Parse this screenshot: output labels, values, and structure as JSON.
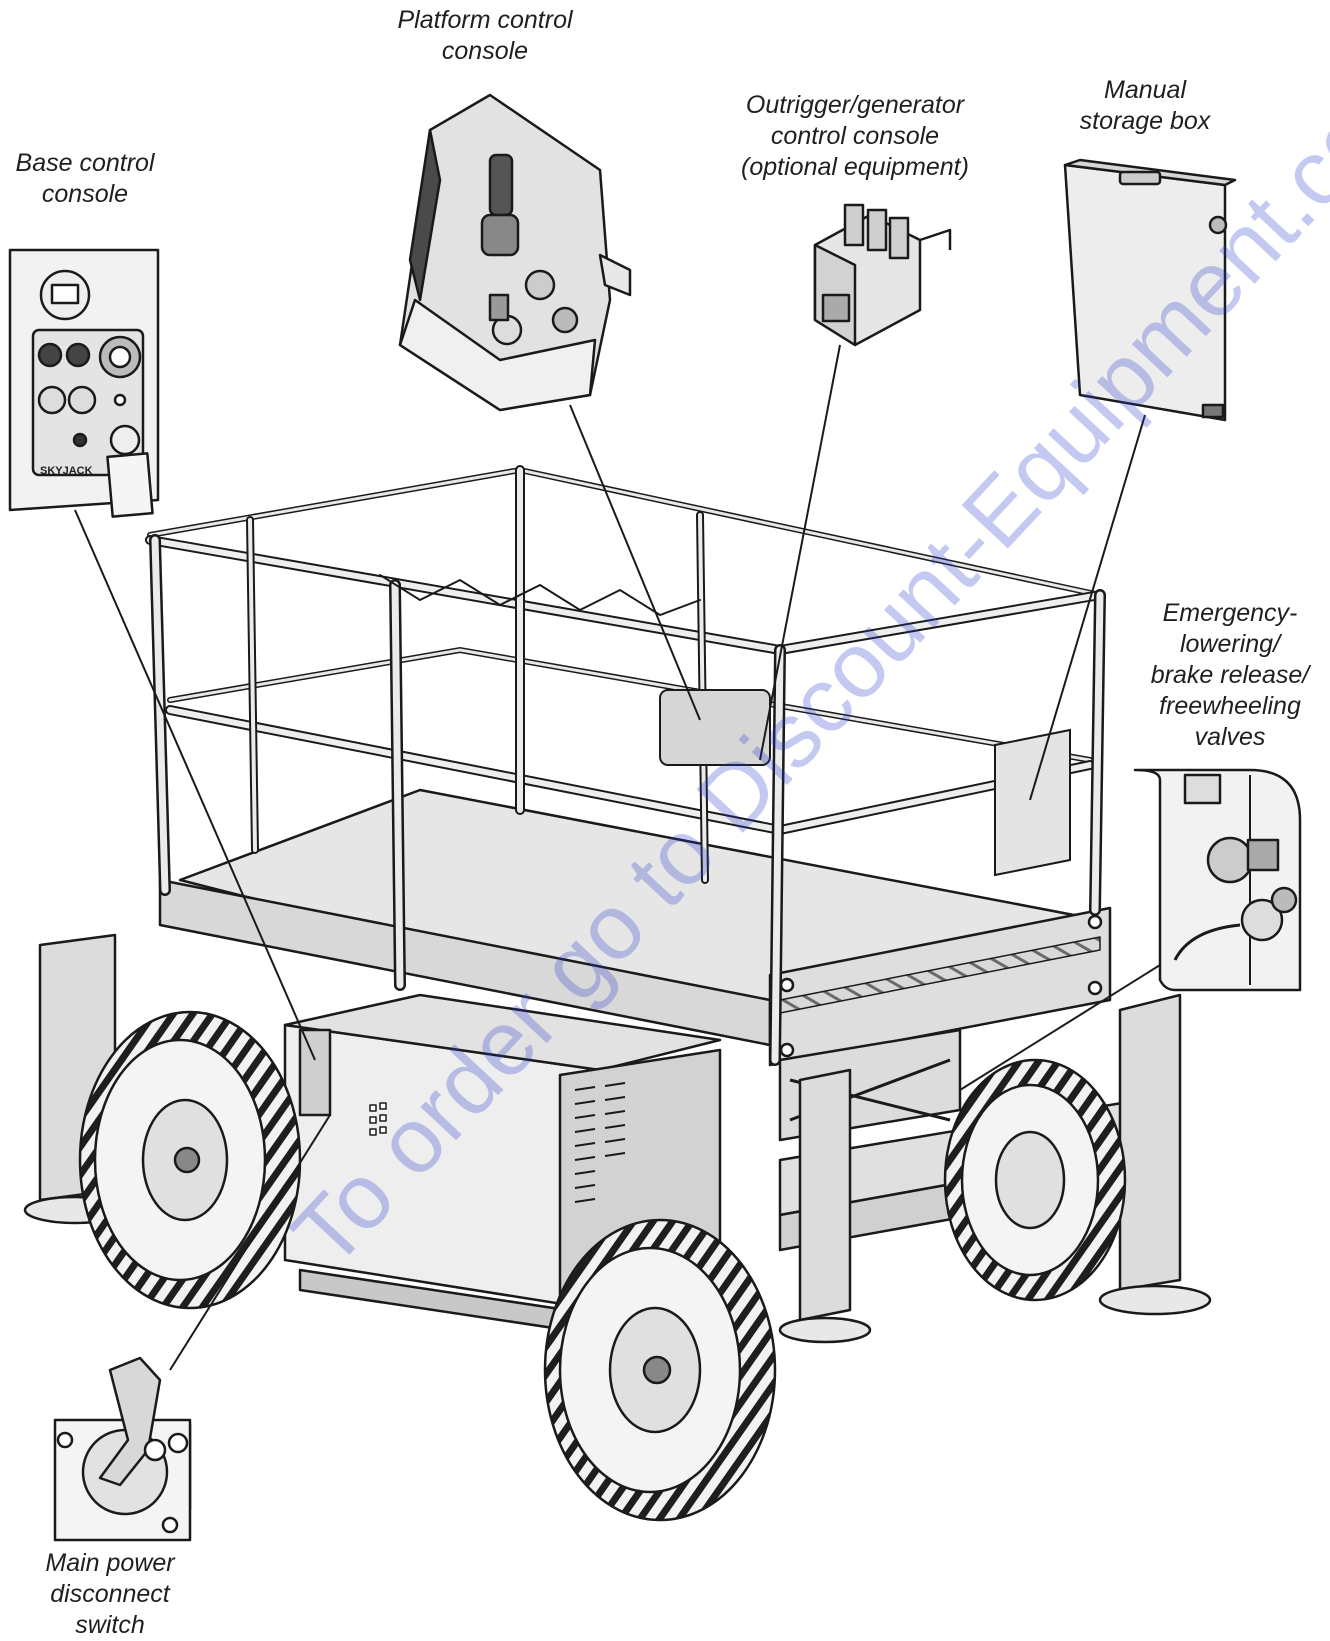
{
  "labels": {
    "platform_control": [
      "Platform control",
      "console"
    ],
    "outrigger_generator": [
      "Outrigger/generator",
      "control console",
      "(optional equipment)"
    ],
    "manual_storage": [
      "Manual",
      "storage box"
    ],
    "base_control": [
      "Base control",
      "console"
    ],
    "emergency_lowering": [
      "Emergency-",
      "lowering/",
      "brake release/",
      "freewheeling",
      "valves"
    ],
    "main_power": [
      "Main power",
      "disconnect",
      "switch"
    ]
  },
  "console_brand": "SKYJACK",
  "watermark": "To order go to Discount-Equipment.com",
  "colors": {
    "line": "#1a1a1a",
    "metal_light": "#ececec",
    "metal_mid": "#d4d4d4",
    "metal_dark": "#a8a8a8",
    "tire": "#f4f4f4",
    "watermark": "#283cc8"
  }
}
